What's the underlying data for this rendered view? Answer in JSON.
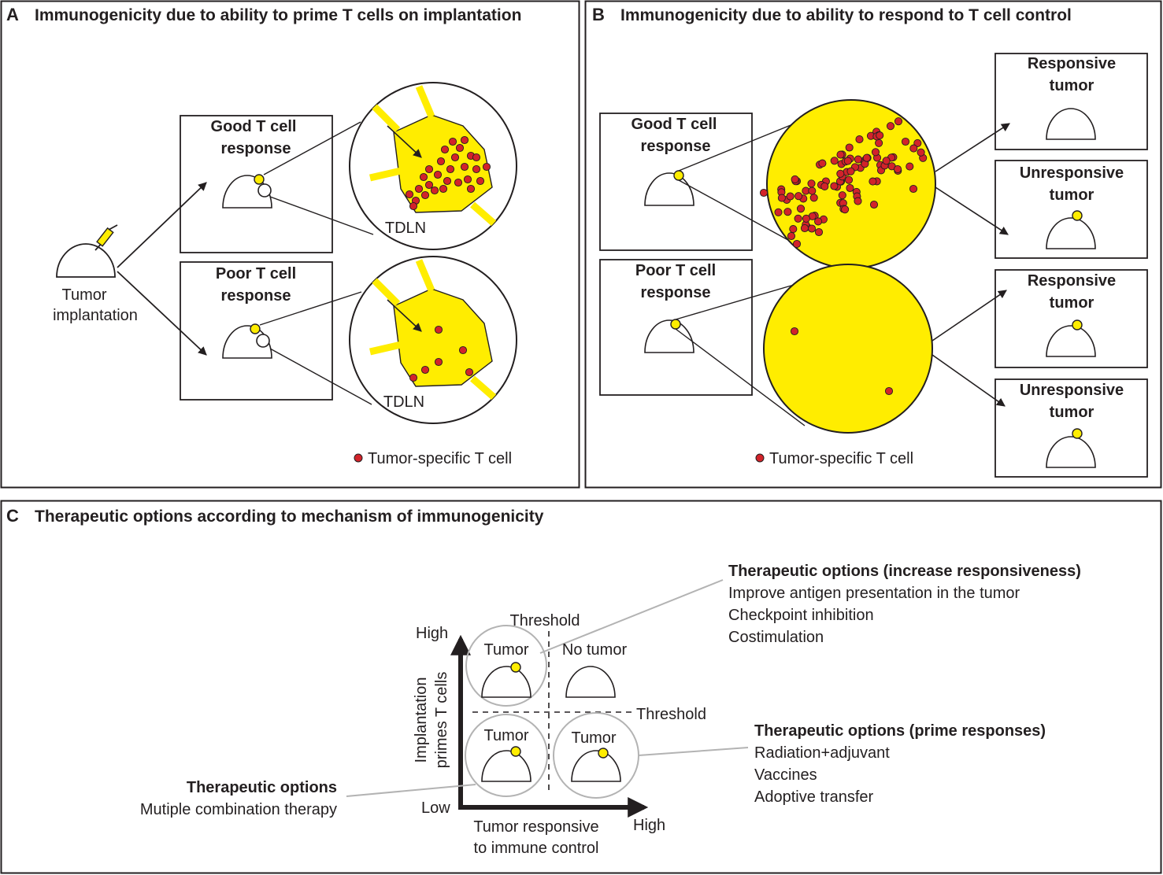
{
  "colors": {
    "ink": "#231f20",
    "node_yellow": "#ffed00",
    "tcell_red": "#d2232a",
    "callout_gray": "#b3b3b3"
  },
  "panel_a": {
    "letter": "A",
    "title": "Immunogenicity due to ability to prime T cells on implantation",
    "implant_label": [
      "Tumor",
      "implantation"
    ],
    "good_box": [
      "Good T cell",
      "response"
    ],
    "poor_box": [
      "Poor T cell",
      "response"
    ],
    "node_label": "TDLN",
    "legend": "Tumor-specific T cell"
  },
  "panel_b": {
    "letter": "B",
    "title": "Immunogenicity due to ability to respond to T cell control",
    "good_box": [
      "Good T cell",
      "response"
    ],
    "poor_box": [
      "Poor T cell",
      "response"
    ],
    "outcomes": [
      [
        "Responsive",
        "tumor"
      ],
      [
        "Unresponsive",
        "tumor"
      ],
      [
        "Responsive",
        "tumor"
      ],
      [
        "Unresponsive",
        "tumor"
      ]
    ],
    "legend": "Tumor-specific T cell"
  },
  "panel_c": {
    "letter": "C",
    "title": "Therapeutic options according to mechanism of immunogenicity",
    "threshold": "Threshold",
    "y_axis": {
      "label": [
        "Implantation",
        "primes T cells"
      ],
      "high": "High",
      "low": "Low"
    },
    "x_axis": {
      "label": [
        "Tumor responsive",
        "to immune control"
      ],
      "high": "High"
    },
    "quadrants": {
      "top_left": "Tumor",
      "top_right": "No tumor",
      "bottom_left": "Tumor",
      "bottom_right": "Tumor"
    },
    "options_top": {
      "heading": "Therapeutic options (increase responsiveness)",
      "items": [
        "Improve antigen presentation in the tumor",
        "Checkpoint inhibition",
        "Costimulation"
      ]
    },
    "options_right": {
      "heading": "Therapeutic options (prime responses)",
      "items": [
        "Radiation+adjuvant",
        "Vaccines",
        "Adoptive transfer"
      ]
    },
    "options_left": {
      "heading": "Therapeutic options",
      "items": [
        "Mutiple combination therapy"
      ]
    }
  }
}
